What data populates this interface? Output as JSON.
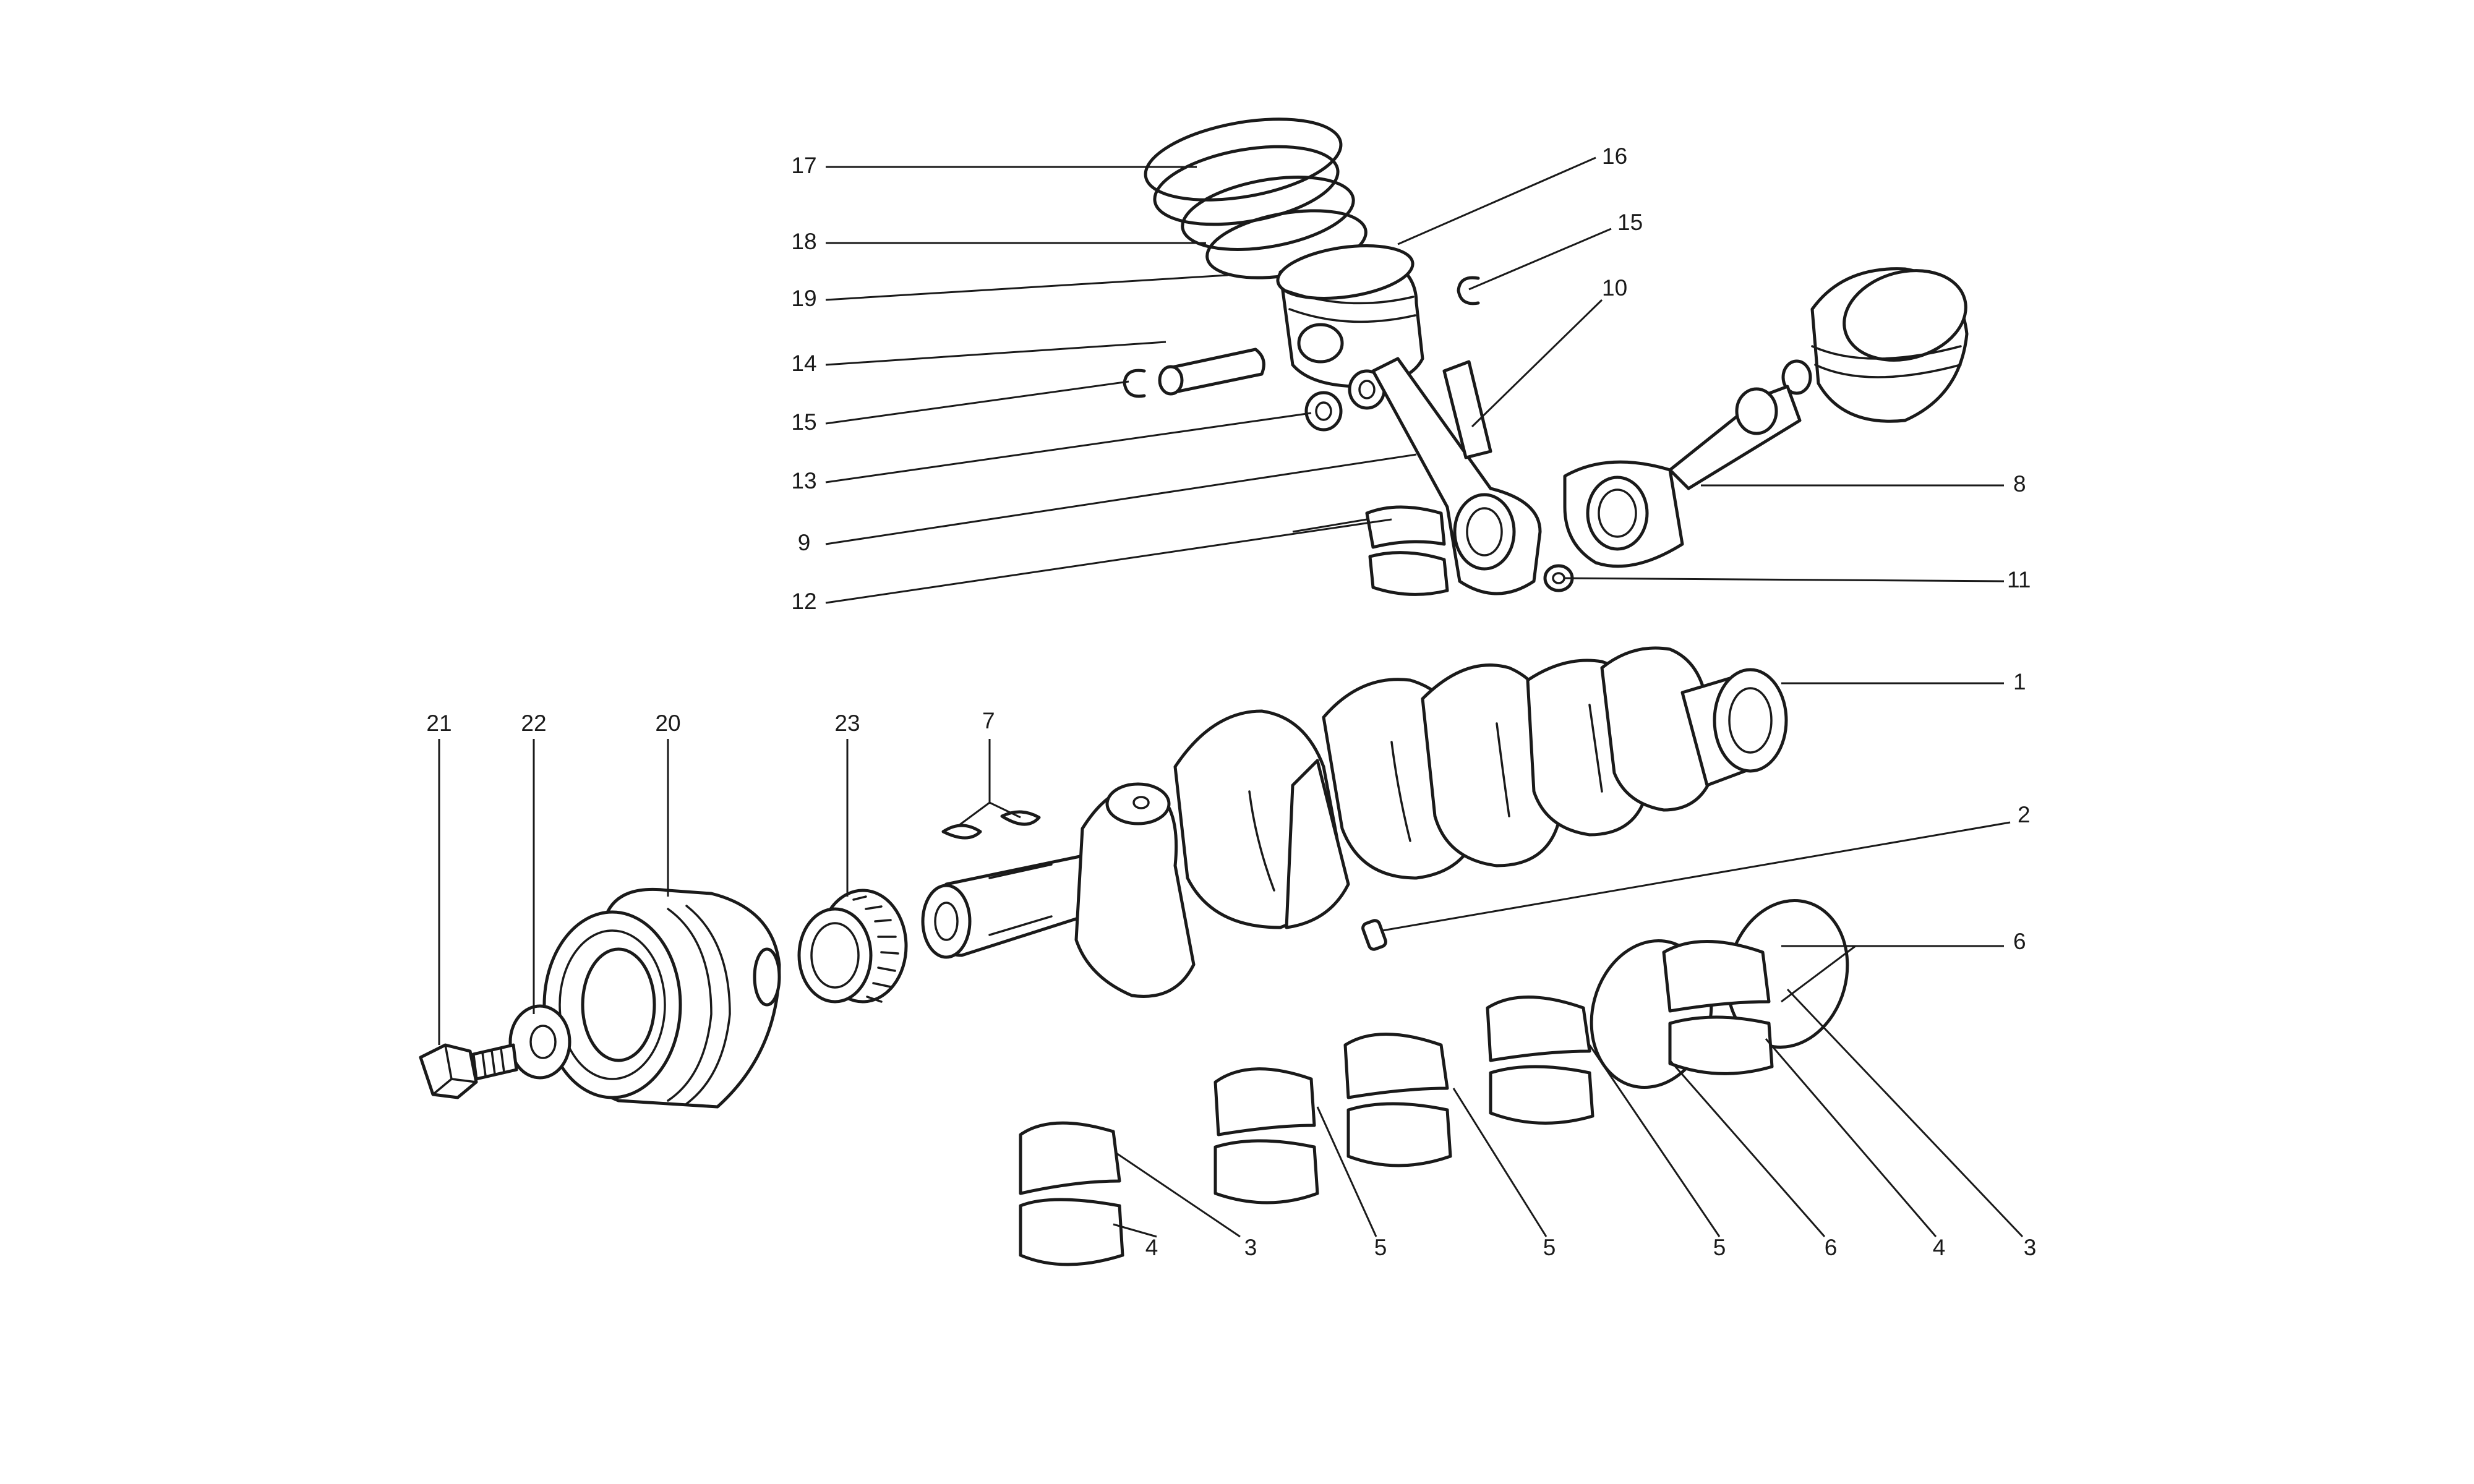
{
  "callouts": {
    "c1": "1",
    "c2": "2",
    "c3a": "3",
    "c3b": "3",
    "c4a": "4",
    "c4b": "4",
    "c5a": "5",
    "c5b": "5",
    "c5c": "5",
    "c6a": "6",
    "c6b": "6",
    "c7": "7",
    "c8": "8",
    "c9": "9",
    "c10": "10",
    "c11": "11",
    "c12": "12",
    "c13": "13",
    "c14": "14",
    "c15a": "15",
    "c15b": "15",
    "c16": "16",
    "c17": "17",
    "c18": "18",
    "c19": "19",
    "c20": "20",
    "c21": "21",
    "c22": "22",
    "c23": "23"
  },
  "colors": {
    "line": "#1a1a1a",
    "background": "#ffffff"
  }
}
